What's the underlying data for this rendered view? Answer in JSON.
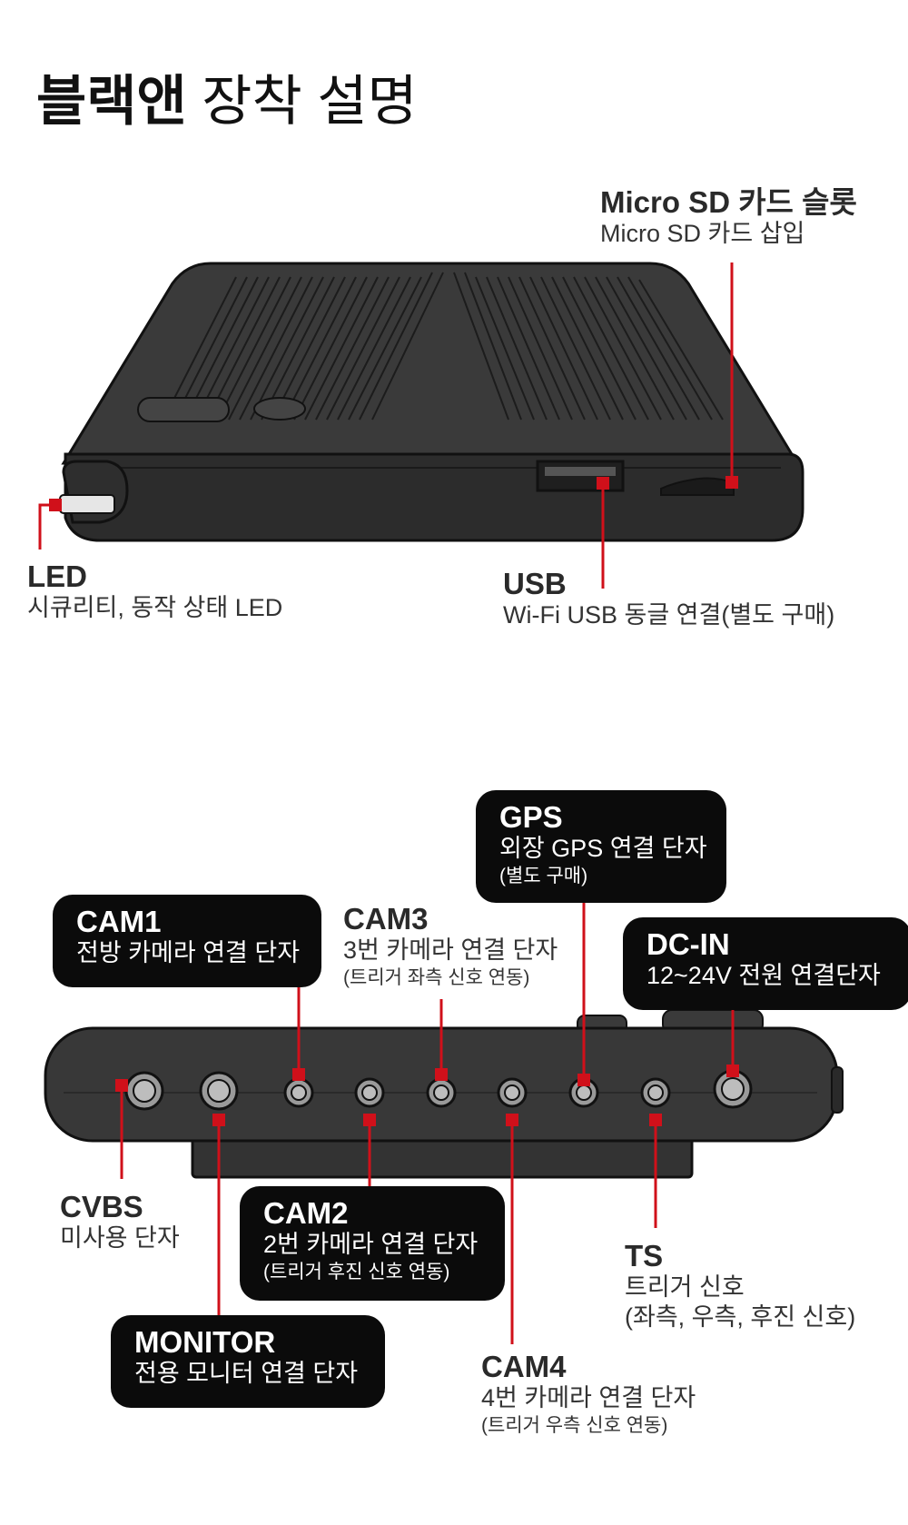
{
  "title": {
    "bold": "블랙앤",
    "normal": "장착 설명"
  },
  "top_labels": {
    "microsd": {
      "heading": "Micro SD 카드 슬롯",
      "desc": "Micro SD 카드 삽입"
    },
    "led": {
      "heading": "LED",
      "desc": "시큐리티, 동작 상태 LED"
    },
    "usb": {
      "heading": "USB",
      "desc": "Wi-Fi USB 동글 연결(별도 구매)"
    }
  },
  "ports": {
    "gps": {
      "heading": "GPS",
      "desc": "외장 GPS 연결 단자",
      "note": "(별도 구매)"
    },
    "cam1": {
      "heading": "CAM1",
      "desc": "전방 카메라 연결 단자"
    },
    "cam3": {
      "heading": "CAM3",
      "desc": "3번 카메라 연결 단자",
      "note": "(트리거 좌측 신호 연동)"
    },
    "dcin": {
      "heading": "DC-IN",
      "desc": "12~24V 전원 연결단자"
    },
    "cvbs": {
      "heading": "CVBS",
      "desc": "미사용 단자"
    },
    "cam2": {
      "heading": "CAM2",
      "desc": "2번 카메라 연결 단자",
      "note": "(트리거 후진 신호 연동)"
    },
    "ts": {
      "heading": "TS",
      "desc": "트리거 신호",
      "note": "(좌측, 우측, 후진 신호)"
    },
    "monitor": {
      "heading": "MONITOR",
      "desc": "전용 모니터 연결 단자"
    },
    "cam4": {
      "heading": "CAM4",
      "desc": "4번 카메라 연결 단자",
      "note": "(트리거 우측 신호 연동)"
    }
  },
  "colors": {
    "accent": "#d0101a",
    "device": "#383838",
    "device_dark": "#262626",
    "outline": "#111111",
    "box": "#0b0b0b"
  }
}
